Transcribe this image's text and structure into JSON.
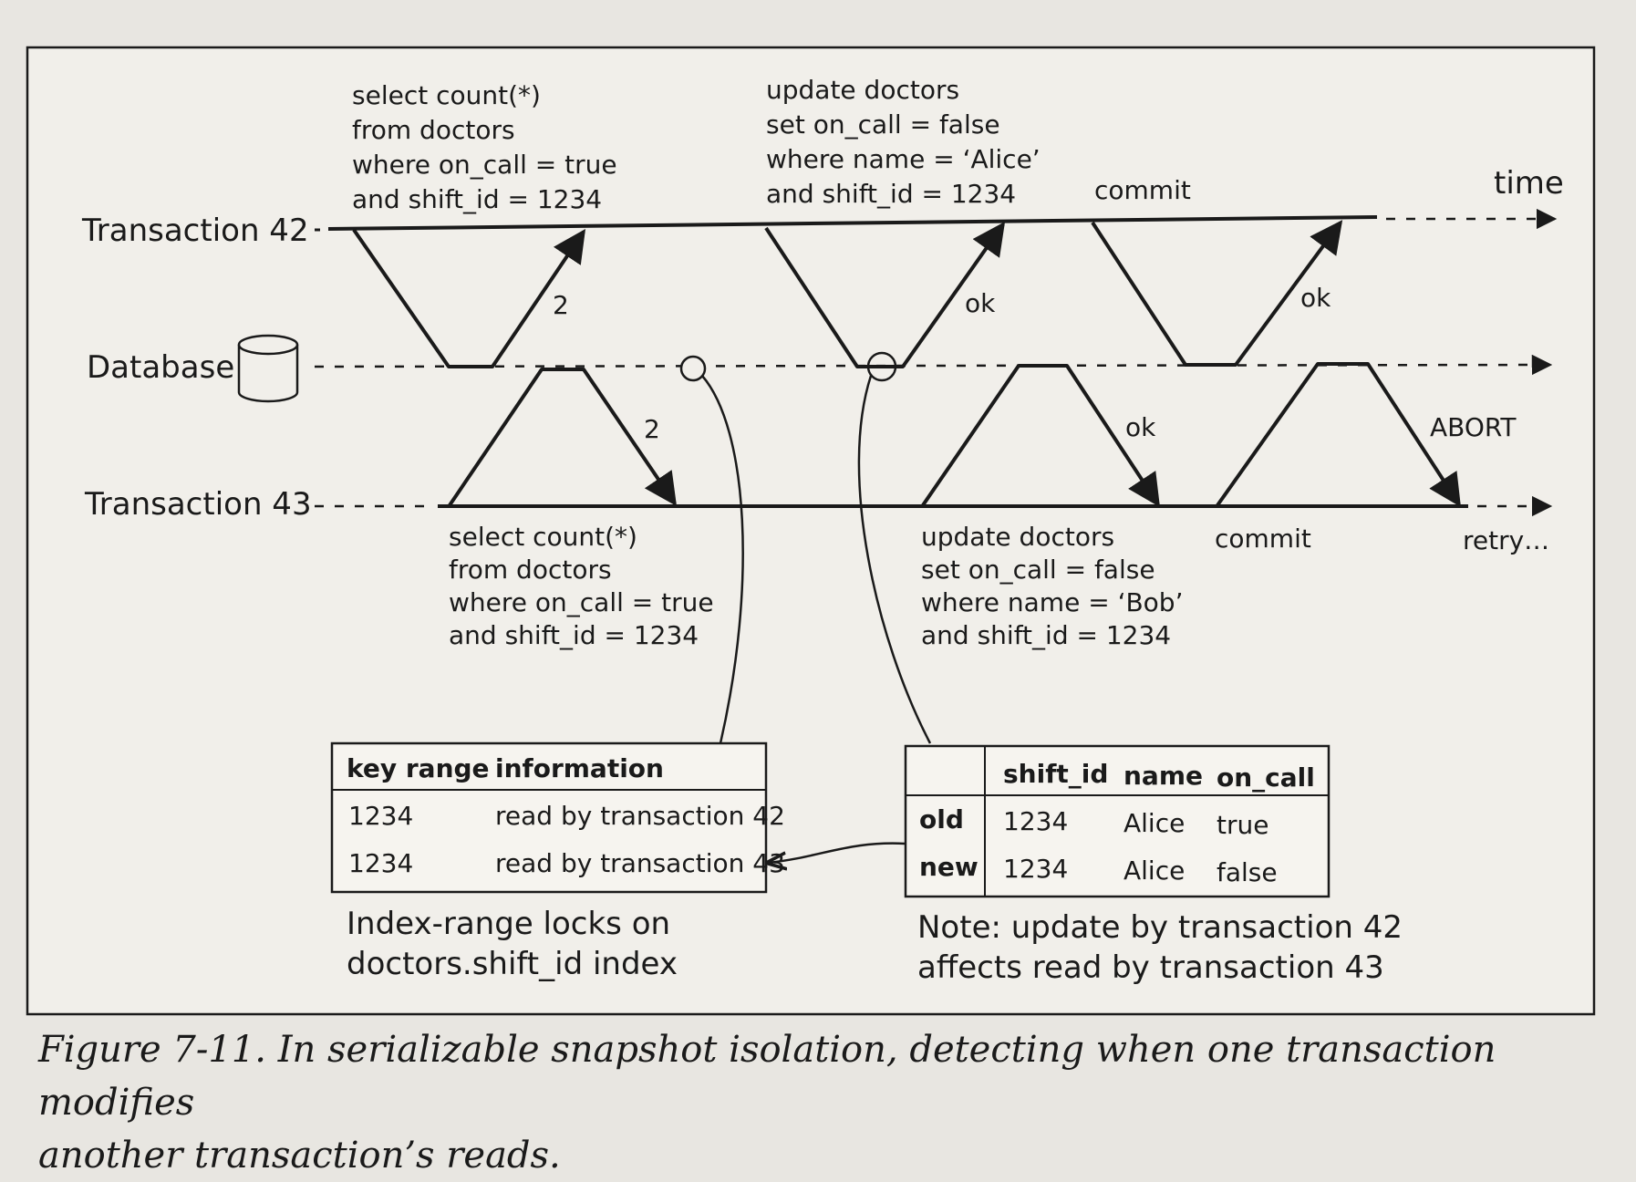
{
  "diagram": {
    "time_label": "time",
    "lanes": {
      "t42": "Transaction 42",
      "db": "Database",
      "t43": "Transaction 43"
    },
    "t42_query_lines": [
      "select count(*)",
      "from doctors",
      "where on_call = true",
      "and shift_id = 1234"
    ],
    "t42_update_lines": [
      "update doctors",
      "set on_call = false",
      "where name = ‘Alice’",
      "and shift_id = 1234"
    ],
    "t43_query_lines": [
      "select count(*)",
      "from doctors",
      "where on_call = true",
      "and shift_id = 1234"
    ],
    "t43_update_lines": [
      "update doctors",
      "set on_call = false",
      "where name = ‘Bob’",
      "and shift_id = 1234"
    ],
    "responses": {
      "t42_count": "2",
      "t43_count": "2",
      "t42_update_ok": "ok",
      "t42_commit_ok": "ok",
      "t43_update_ok": "ok",
      "t43_abort": "ABORT"
    },
    "t42_commit": "commit",
    "t43_commit": "commit",
    "t43_retry": "retry…",
    "lock_table": {
      "headers": [
        "key range",
        "information"
      ],
      "rows": [
        [
          "1234",
          "read by transaction 42"
        ],
        [
          "1234",
          "read by transaction 43"
        ]
      ],
      "caption_lines": [
        "Index-range locks on",
        "doctors.shift_id index"
      ]
    },
    "version_table": {
      "headers": [
        "",
        "shift_id",
        "name",
        "on_call"
      ],
      "rows": [
        [
          "old",
          "1234",
          "Alice",
          "true"
        ],
        [
          "new",
          "1234",
          "Alice",
          "false"
        ]
      ],
      "note_lines": [
        "Note: update by transaction 42",
        "affects read by transaction 43"
      ]
    }
  },
  "caption": {
    "lines": [
      "Figure 7-11. In serializable snapshot isolation, detecting when one transaction modifies",
      "another transaction’s reads."
    ]
  }
}
